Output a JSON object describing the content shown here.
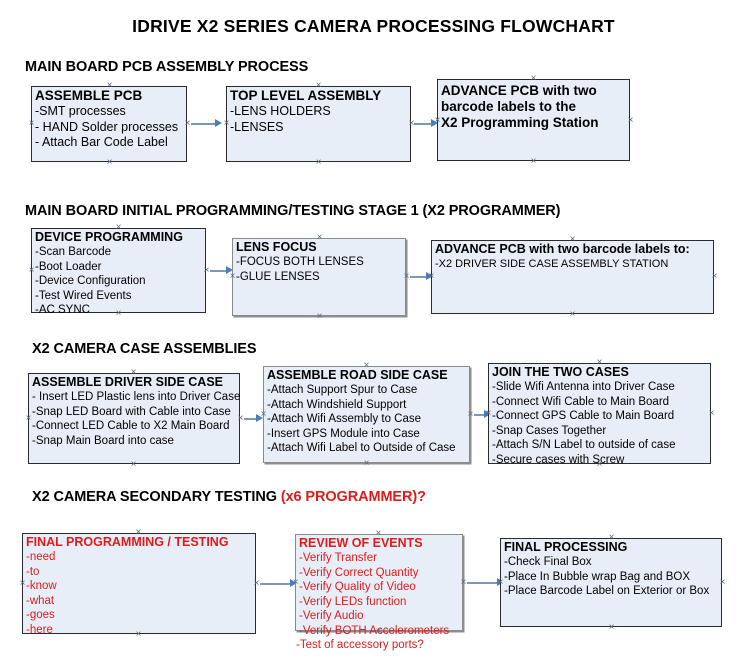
{
  "document": {
    "title": "IDRIVE X2  SERIES CAMERA PROCESSING FLOWCHART"
  },
  "sections": [
    {
      "id": "main-board-pcb-assembly",
      "heading": "MAIN BOARD PCB ASSEMBLY PROCESS",
      "boxes": [
        {
          "id": "assemble-pcb",
          "title": "ASSEMBLE PCB",
          "lines": [
            "-SMT processes",
            "- HAND Solder processes",
            "- Attach Bar Code Label"
          ]
        },
        {
          "id": "top-level-assembly",
          "title": "TOP LEVEL ASSEMBLY",
          "lines": [
            "-LENS HOLDERS",
            "-LENSES"
          ]
        },
        {
          "id": "advance-pcb-programming-station",
          "title": "ADVANCE PCB with two",
          "lines": [
            "barcode labels to the",
            " X2 Programming Station"
          ]
        }
      ]
    },
    {
      "id": "main-board-initial-programming",
      "heading": "MAIN BOARD INITIAL PROGRAMMING/TESTING STAGE 1 (X2 PROGRAMMER)",
      "boxes": [
        {
          "id": "device-programming",
          "title": "DEVICE PROGRAMMING",
          "lines": [
            "-Scan Barcode",
            "-Boot Loader",
            "-Device Configuration",
            "-Test Wired Events",
            "-AC SYNC"
          ]
        },
        {
          "id": "lens-focus",
          "title": "LENS FOCUS",
          "lines": [
            "-FOCUS BOTH LENSES",
            "-GLUE LENSES"
          ]
        },
        {
          "id": "advance-pcb-driver-side-case",
          "title": "ADVANCE PCB with two barcode labels to:",
          "lines": [
            "-X2 DRIVER  SIDE  CASE  ASSEMBLY STATION"
          ]
        }
      ]
    },
    {
      "id": "x2-camera-case-assemblies",
      "heading": "X2 CAMERA CASE ASSEMBLIES",
      "boxes": [
        {
          "id": "assemble-driver-side-case",
          "title": "ASSEMBLE DRIVER SIDE CASE",
          "lines": [
            "- Insert LED Plastic lens into Driver Case",
            "-Snap LED Board with Cable into Case",
            "-Connect LED Cable to X2 Main Board",
            "-Snap Main Board into case"
          ]
        },
        {
          "id": "assemble-road-side-case",
          "title": "ASSEMBLE ROAD SIDE CASE",
          "lines": [
            "-Attach Support Spur to Case",
            "-Attach Windshield Support",
            "-Attach Wifi Assembly to Case",
            "-Insert GPS Module into Case",
            "-Attach Wifi Label to Outside of Case"
          ]
        },
        {
          "id": "join-the-two-cases",
          "title": "JOIN THE TWO CASES",
          "lines": [
            "-Slide Wifi Antenna into Driver Case",
            "-Connect Wifi Cable to Main Board",
            "-Connect GPS Cable to Main Board",
            "-Snap Cases Together",
            "-Attach S/N Label to outside of case",
            "-Secure cases with Screw"
          ]
        }
      ]
    },
    {
      "id": "x2-camera-secondary-testing",
      "heading": "X2 CAMERA SECONDARY TESTING ",
      "heading_suffix": "(x6 PROGRAMMER)?",
      "boxes": [
        {
          "id": "final-programming-testing",
          "title": "FINAL PROGRAMMING / TESTING",
          "lines": [
            "-need",
            "-to",
            "-know",
            "-what",
            "-goes",
            "-here"
          ]
        },
        {
          "id": "review-of-events",
          "title": "REVIEW OF EVENTS",
          "lines": [
            "-Verify Transfer",
            "-Verify Correct Quantity",
            "-Verify Quality of Video",
            "-Verify LEDs function",
            "-Verify Audio",
            "-Verify BOTH Accelerometers",
            "-Test of accessory ports?"
          ]
        },
        {
          "id": "final-processing",
          "title": "FINAL PROCESSING",
          "lines": [
            " -Check Final Box",
            "-Place In Bubble wrap Bag and BOX",
            "-Place Barcode Label on Exterior or Box"
          ]
        }
      ]
    }
  ],
  "colors": {
    "box_fill": "#e8eef8",
    "box_border": "#2b2b2b",
    "connector": "#7f97b5",
    "arrow": "#4a7cc0",
    "red_text": "#e01b1b",
    "text": "#000000"
  }
}
